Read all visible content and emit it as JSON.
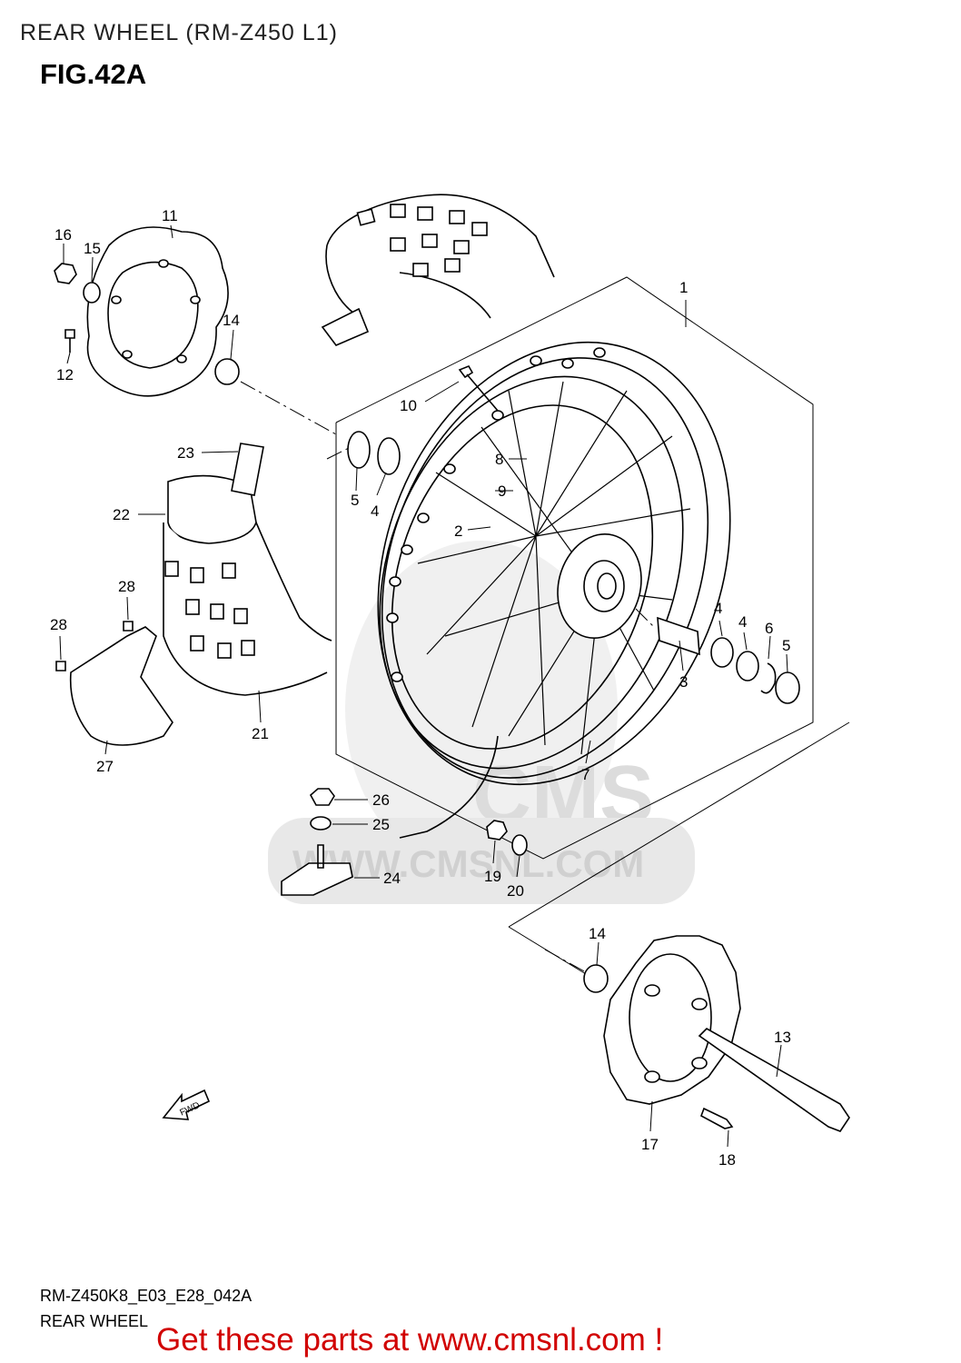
{
  "header": {
    "title": "REAR WHEEL (RM-Z450 L1)",
    "figure": "FIG.42A"
  },
  "footer": {
    "code": "RM-Z450K8_E03_E28_042A",
    "name": "REAR WHEEL",
    "cta": "Get these parts at www.cmsnl.com !"
  },
  "watermark": {
    "text": "WWW.CMSNL.COM",
    "brand": "CMS"
  },
  "fwd_label": "FWD",
  "callouts": [
    "1",
    "2",
    "3",
    "4",
    "4",
    "4",
    "5",
    "5",
    "6",
    "7",
    "8",
    "9",
    "10",
    "11",
    "12",
    "13",
    "14",
    "14",
    "15",
    "16",
    "17",
    "18",
    "19",
    "20",
    "21",
    "22",
    "23",
    "24",
    "25",
    "26",
    "27",
    "28",
    "28"
  ],
  "colors": {
    "cta": "#d10000",
    "line": "#000000",
    "watermark": "#e4e4e4"
  }
}
